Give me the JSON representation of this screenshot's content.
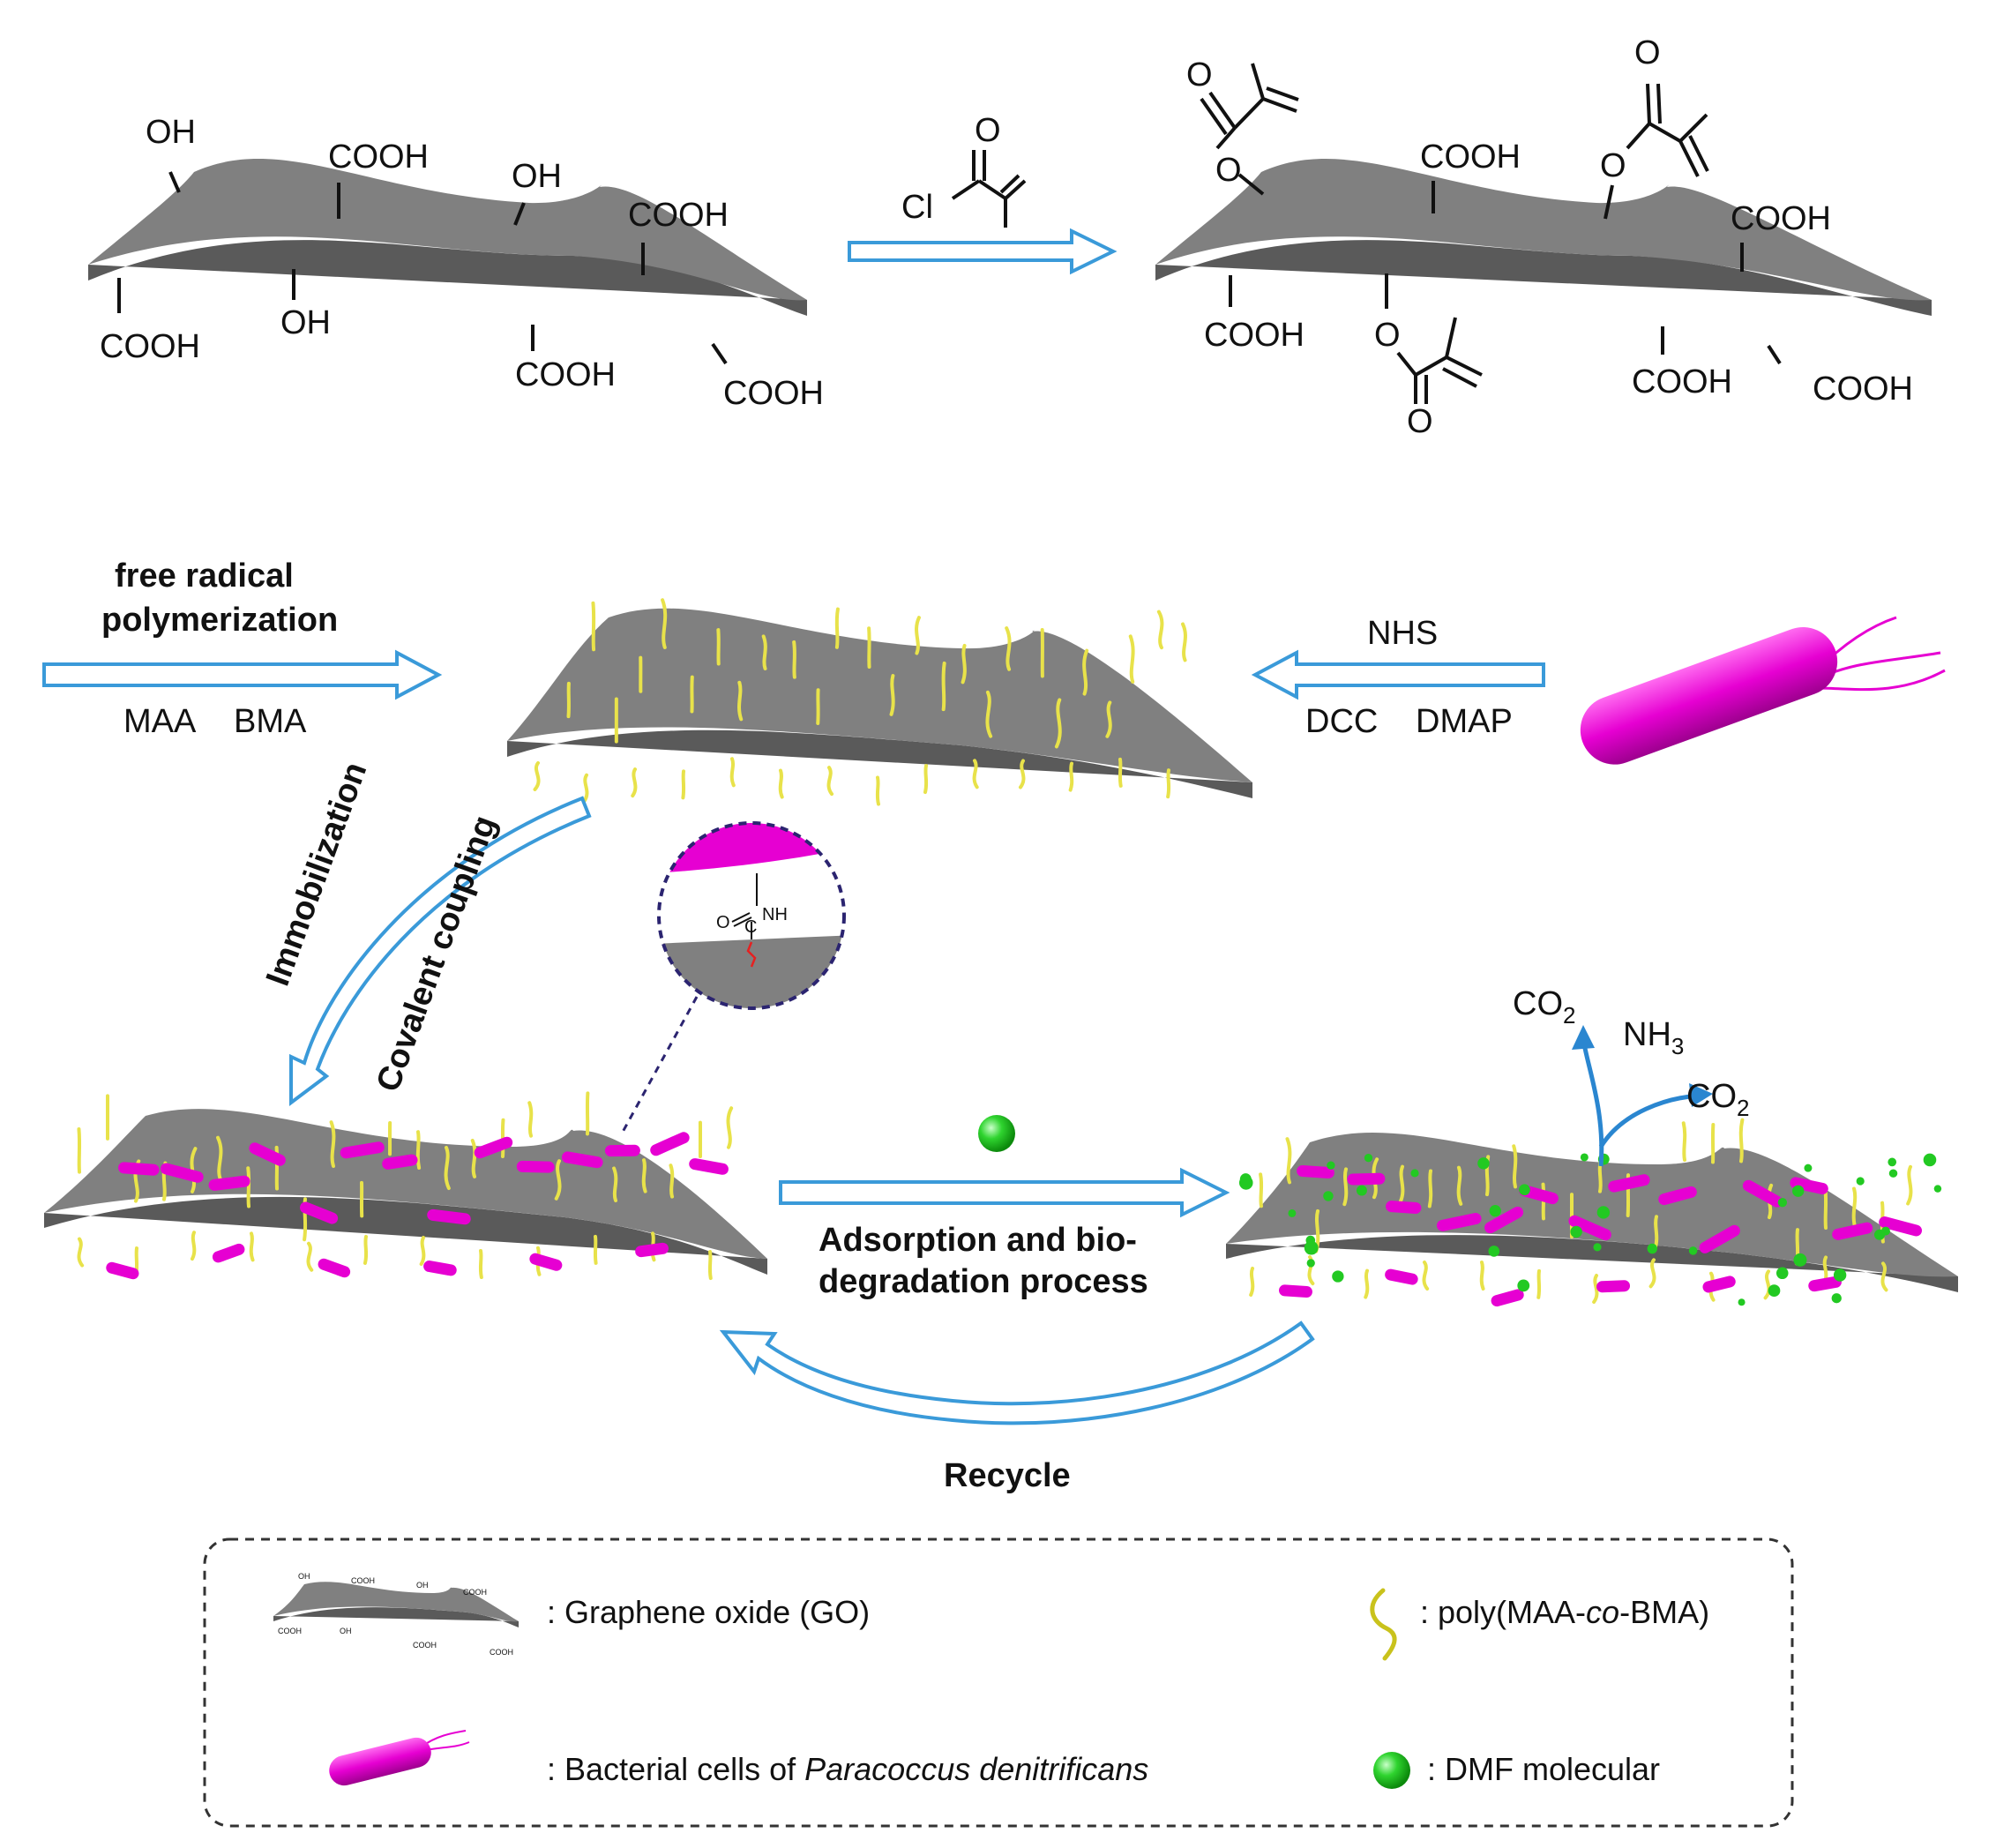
{
  "top": {
    "go_left_groups": [
      "OH",
      "COOH",
      "OH",
      "COOH",
      "COOH",
      "OH",
      "COOH",
      "COOH"
    ],
    "reagent_cl": "Cl",
    "reagent_o": "O",
    "go_right_groups": [
      "COOH",
      "COOH",
      "COOH",
      "COOH",
      "COOH"
    ],
    "ester_o": "O"
  },
  "middle": {
    "polymerization_line1": "free radical",
    "polymerization_line2": "polymerization",
    "monomer1": "MAA",
    "monomer2": "BMA",
    "coupling_reagent1": "NHS",
    "coupling_reagent2": "DCC",
    "coupling_reagent3": "DMAP",
    "immobilization": "Immobilization",
    "covalent": "Covalent coupling",
    "zoom_nh": "NH",
    "zoom_o": "O",
    "zoom_c": "C"
  },
  "bottom": {
    "process_line1": "Adsorption and bio-",
    "process_line2": "degradation process",
    "recycle": "Recycle",
    "co2_base": "CO",
    "co2_sub": "2",
    "nh3_base": "NH",
    "nh3_sub": "3"
  },
  "legend": {
    "go": ": Graphene oxide (GO)",
    "poly_prefix": ": poly(MAA-",
    "poly_italic": "co",
    "poly_suffix": "-BMA)",
    "bacteria_prefix": ": Bacterial cells of ",
    "bacteria_italic": "Paracoccus denitrificans",
    "dmf": ": DMF molecular",
    "mini_groups": [
      "OH",
      "COOH",
      "OH",
      "COOH",
      "COOH",
      "OH",
      "COOH",
      "COOH"
    ]
  },
  "colors": {
    "sheet": "#808080",
    "sheet_edge": "#5a5a5a",
    "arrow_stroke": "#3a9ad9",
    "bacteria": "#e600d2",
    "polymer": "#e8e24a",
    "dmf": "#22c922",
    "co2_arrow": "#2a86d0"
  }
}
